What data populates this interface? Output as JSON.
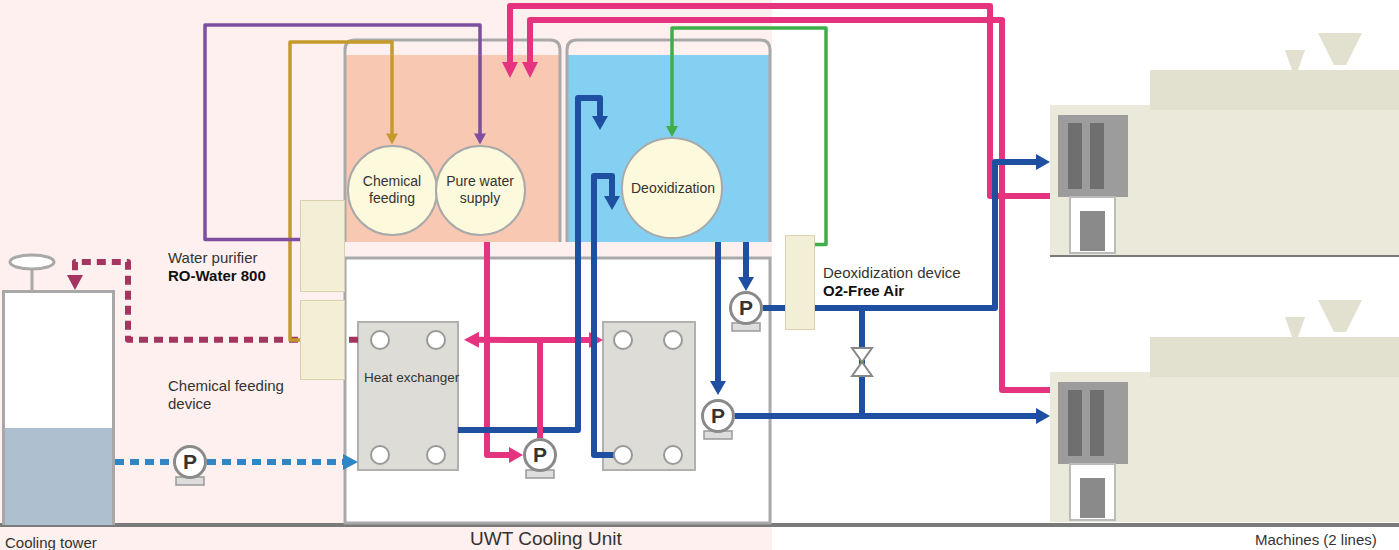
{
  "diagram": {
    "nodes": [
      {
        "text": [
          "Chemical feeding"
        ]
      },
      {
        "text": [
          "Pure water supply"
        ]
      },
      {
        "text": [
          "Deoxidization"
        ]
      },
      {
        "text": [
          "Water purifier",
          "RO-Water 800"
        ]
      },
      {
        "text": [
          "Heat exchanger"
        ]
      },
      {
        "text": [
          "Chemical feeding device"
        ]
      },
      {
        "text": [
          "Deoxidization device",
          "O2-Free Air"
        ]
      },
      {
        "text": [
          "P"
        ]
      },
      {
        "text": [
          "P"
        ]
      },
      {
        "text": [
          "P"
        ]
      },
      {
        "text": [
          "P"
        ]
      },
      {
        "text": [
          "Cooling tower"
        ]
      }
    ],
    "edges": [
      {
        "from": 3,
        "to": 1,
        "arrow": "to"
      },
      {
        "from": 5,
        "to": 0,
        "arrow": "to"
      },
      {
        "from": 6,
        "to": 2,
        "arrow": "to"
      },
      {
        "from": 11,
        "to": 7,
        "arrow": "none"
      },
      {
        "from": 7,
        "to": 4,
        "arrow": "to"
      },
      {
        "from": 4,
        "to": 11,
        "arrow": "to"
      },
      {
        "from": 8,
        "to": 4,
        "arrow": "to"
      }
    ],
    "labels": [
      "UWT Cooling Unit",
      "Machines (2 lines)"
    ]
  }
}
